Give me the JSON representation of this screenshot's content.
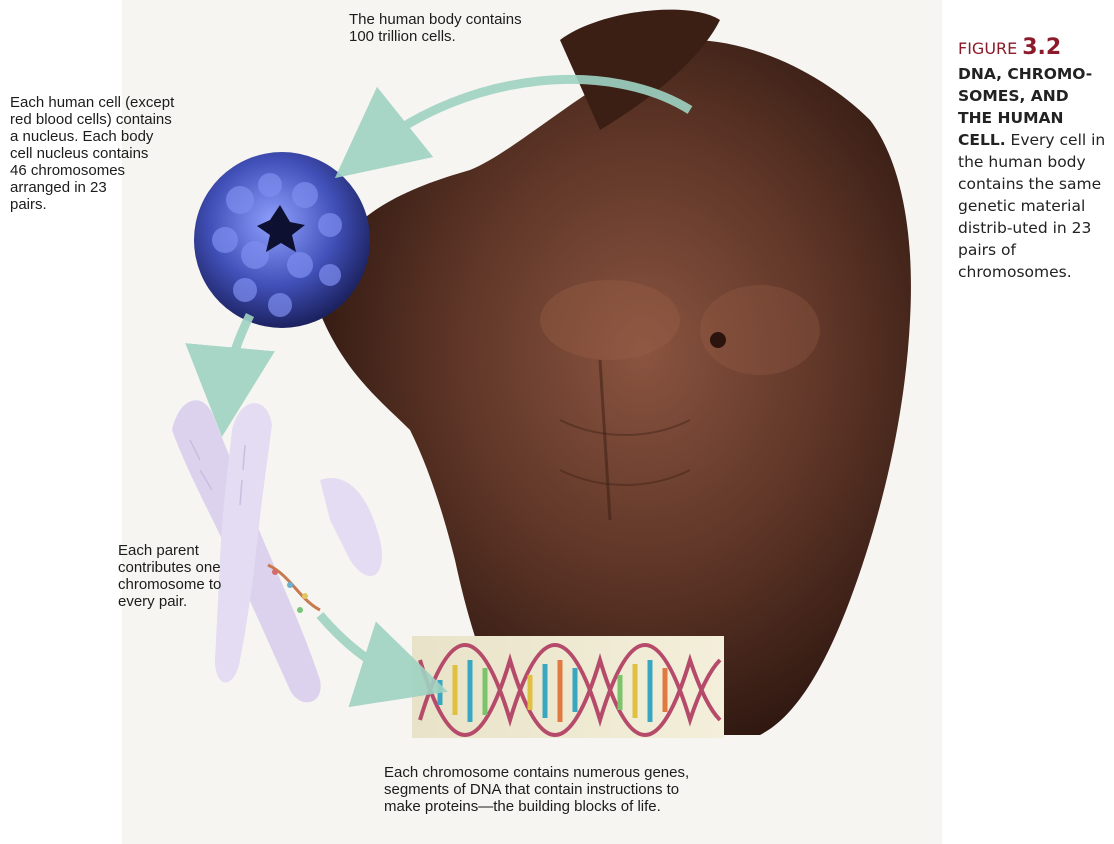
{
  "labels": {
    "body": "The human body contains\n100 trillion cells.",
    "cell": "Each human cell (except\nred blood cells) contains\na nucleus.  Each body\ncell nucleus contains\n46 chromosomes\narranged in 23\npairs.",
    "parent": "Each parent\ncontributes one\nchromosome to\nevery pair.",
    "chromosome": "Each chromosome contains numerous genes,\nsegments of DNA that contain instructions to\nmake proteins—the building blocks of life."
  },
  "caption": {
    "figure_word": "FIGURE",
    "figure_number": "3.2",
    "title": "DNA, CHROMO-\nSOMES, AND\nTHE HUMAN\nCELL.",
    "text": "Every cell in the human body contains the same genetic material distrib-uted in 23 pairs of chromosomes."
  },
  "colors": {
    "accent": "#8b1a2b",
    "arrow": "#9fd3c3",
    "skin": "#5a3426",
    "cell": "#4a5bbf",
    "chromosome": "#d9d0ea"
  }
}
